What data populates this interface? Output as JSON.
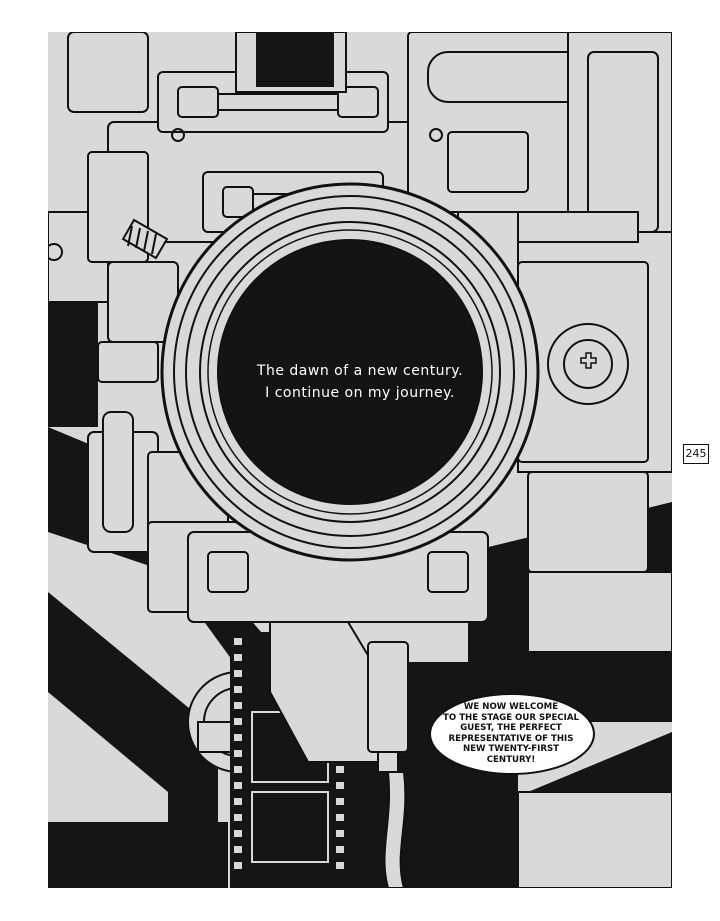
{
  "narration": {
    "line1": "The dawn of a new century.",
    "line2": "I continue on my journey."
  },
  "speech_balloon": {
    "lines": [
      "WE NOW WELCOME",
      "TO THE STAGE OUR SPECIAL",
      "GUEST, THE PERFECT",
      "REPRESENTATIVE OF THIS",
      "NEW TWENTY-FIRST",
      "CENTURY!"
    ]
  },
  "page_number": "245",
  "colors": {
    "panel_fill": "#d8d8d8",
    "ink": "#111111",
    "lens_black": "#141414",
    "paper": "#ffffff"
  }
}
